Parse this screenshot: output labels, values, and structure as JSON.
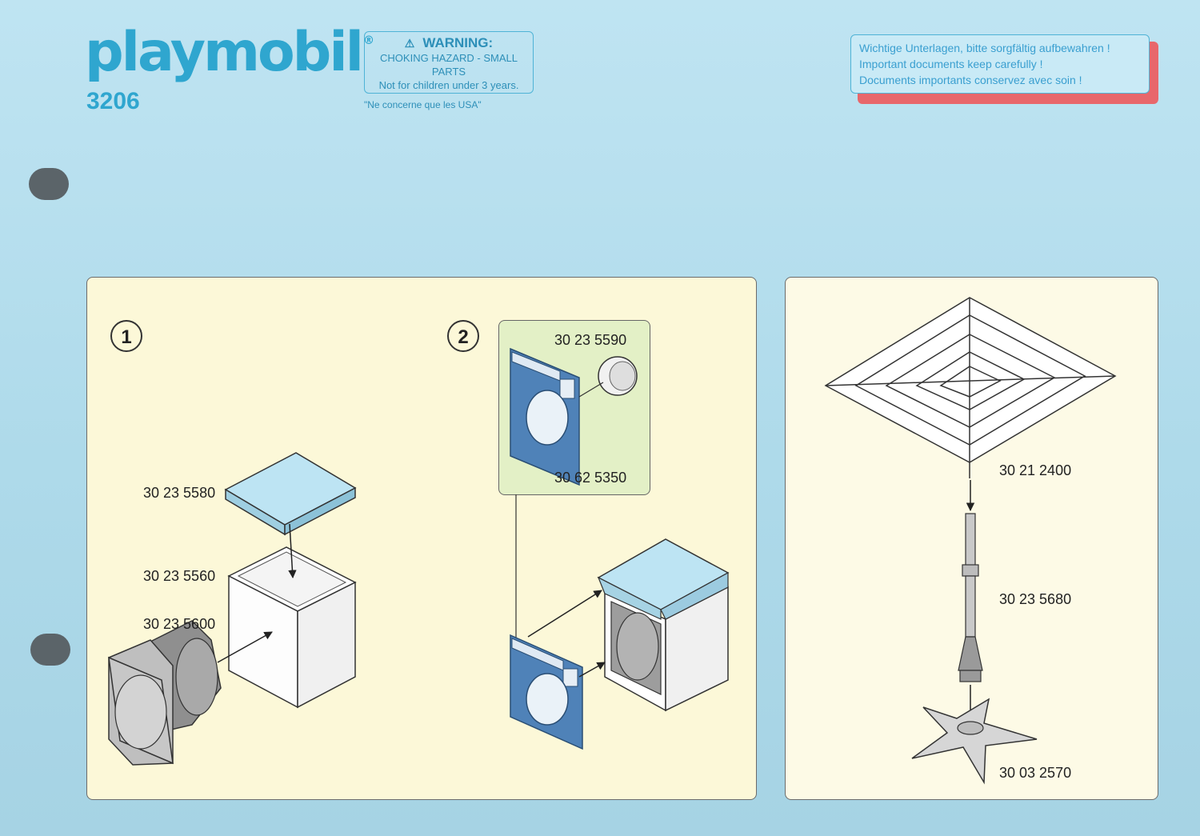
{
  "header": {
    "brand": "playmobil",
    "registered_mark": "®",
    "set_number": "3206"
  },
  "warning": {
    "title": "WARNING:",
    "line1": "CHOKING HAZARD - SMALL PARTS",
    "line2": "Not for children under 3 years.",
    "note": "\"Ne concerne que les USA\""
  },
  "documents_notice": {
    "de": "Wichtige Unterlagen, bitte sorgfältig aufbewahren !",
    "en": "Important documents keep carefully !",
    "fr": "Documents importants conservez avec soin !"
  },
  "steps": [
    {
      "number": "1"
    },
    {
      "number": "2"
    }
  ],
  "parts": {
    "top_cover": "30 23 5580",
    "cabinet": "30 23 5560",
    "drum": "30 23 5600",
    "door": "30 23 5590",
    "front_panel": "30 62 5350",
    "rack": "30 21 2400",
    "pole": "30 23 5680",
    "base": "30 03 2570"
  },
  "colors": {
    "background": "#aedaea",
    "brand_blue": "#2fa6cf",
    "panel_cream": "#fcf8d8",
    "callout_green": "#e3f0c6",
    "notice_red": "#e8676b",
    "part_blue": "#4f82b8"
  }
}
